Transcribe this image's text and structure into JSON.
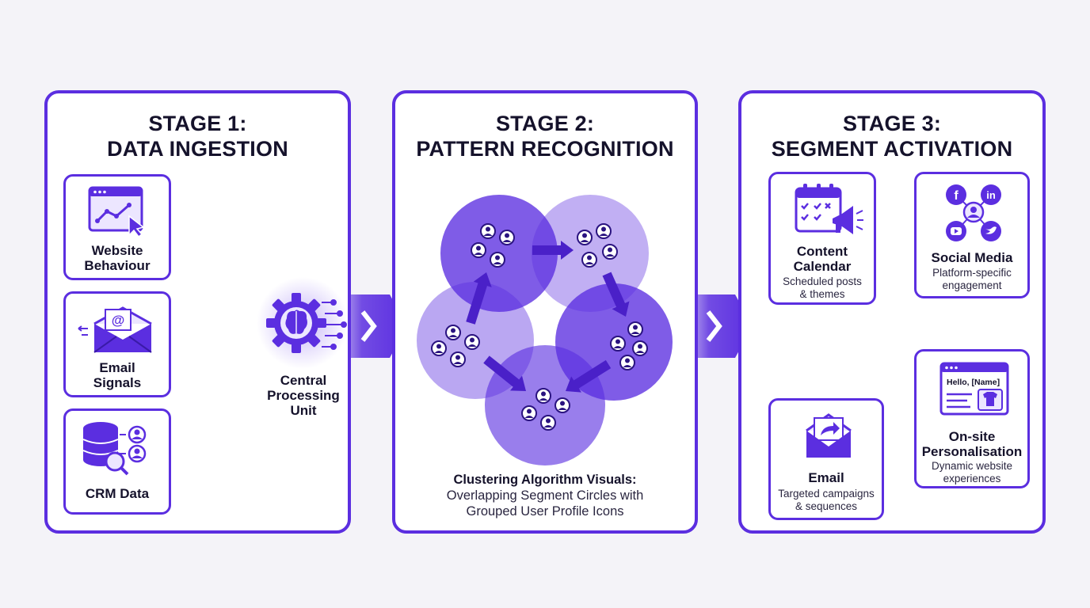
{
  "stages": [
    {
      "title_line1": "STAGE 1:",
      "title_line2": "DATA INGESTION"
    },
    {
      "title_line1": "STAGE 2:",
      "title_line2": "PATTERN RECOGNITION"
    },
    {
      "title_line1": "STAGE 3:",
      "title_line2": "SEGMENT ACTIVATION"
    }
  ],
  "ingestion": {
    "website": {
      "line1": "Website",
      "line2": "Behaviour",
      "icon": "browser-chart-icon"
    },
    "email": {
      "line1": "Email",
      "line2": "Signals",
      "icon": "envelope-at-icon"
    },
    "crm": {
      "line1": "CRM Data",
      "icon": "database-users-icon"
    },
    "cpu": {
      "line1": "Central",
      "line2": "Processing",
      "line3": "Unit",
      "icon": "gear-brain-icon"
    }
  },
  "recognition": {
    "caption_title": "Clustering Algorithm Visuals:",
    "caption_line1": "Overlapping Segment Circles with",
    "caption_line2": "Grouped User Profile Icons"
  },
  "activation": {
    "content_calendar": {
      "line1": "Content",
      "line2": "Calendar",
      "desc1": "Scheduled posts",
      "desc2": "& themes",
      "icon": "calendar-megaphone-icon"
    },
    "social_media": {
      "line1": "Social Media",
      "desc1": "Platform-specific",
      "desc2": "engagement",
      "icon": "social-network-icon"
    },
    "email": {
      "line1": "Email",
      "desc1": "Targeted campaigns",
      "desc2": "& sequences",
      "icon": "envelope-forward-icon"
    },
    "onsite": {
      "line1": "On-site",
      "line2": "Personalisation",
      "desc1": "Dynamic website",
      "desc2": "experiences",
      "greeting": "Hello, [Name]",
      "icon": "browser-personalise-icon"
    }
  },
  "colors": {
    "accent": "#5b2ee0",
    "accent_light": "#b9a8f2",
    "text": "#15122b",
    "background": "#f4f3f8"
  }
}
